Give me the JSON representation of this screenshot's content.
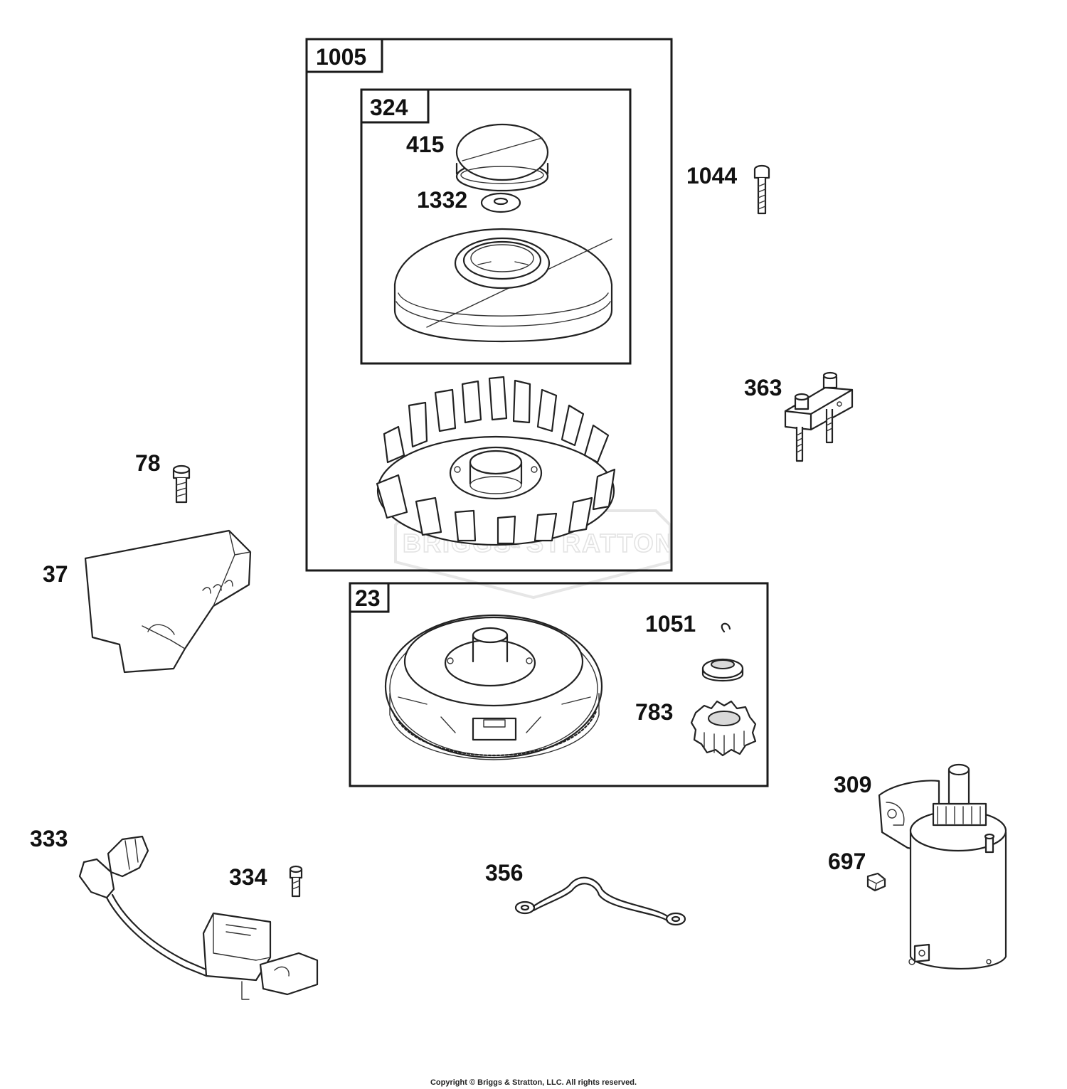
{
  "boxes": {
    "assembly_1005": "1005",
    "assembly_324": "324",
    "assembly_23": "23"
  },
  "labels": {
    "p415": "415",
    "p1332": "1332",
    "p1044": "1044",
    "p363": "363",
    "p78": "78",
    "p37": "37",
    "p1051": "1051",
    "p783": "783",
    "p309": "309",
    "p697": "697",
    "p333": "333",
    "p334": "334",
    "p356": "356"
  },
  "watermark": {
    "left": "BRIGGS",
    "mid": "&",
    "right": "STRATTON"
  },
  "footer": {
    "copyright": "Copyright © Briggs & Stratton, LLC. All rights reserved."
  }
}
